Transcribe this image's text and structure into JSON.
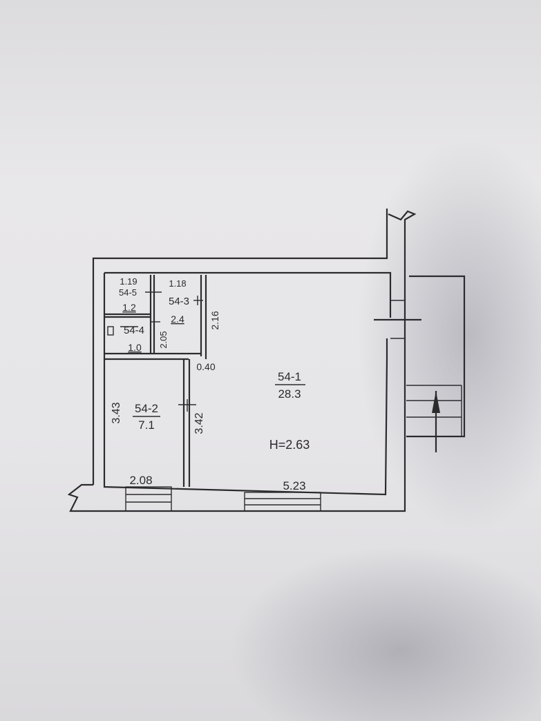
{
  "plan": {
    "rooms": [
      {
        "id": "54-1",
        "number": "54-1",
        "area": "28.3"
      },
      {
        "id": "54-2",
        "number": "54-2",
        "area": "7.1"
      },
      {
        "id": "54-3",
        "number": "54-3",
        "area": "2.4"
      },
      {
        "id": "54-4",
        "number": "54-4",
        "area": "1.0"
      },
      {
        "id": "54-5",
        "number": "54-5",
        "area": "1.2"
      }
    ],
    "ceiling_height": "H=2.63",
    "dimensions": {
      "d_119": "1.19",
      "d_118": "1.18",
      "d_216": "2.16",
      "d_205": "2.05",
      "d_040": "0.40",
      "d_343": "3.43",
      "d_342": "3.42",
      "d_208": "2.08",
      "d_523": "5.23"
    }
  }
}
